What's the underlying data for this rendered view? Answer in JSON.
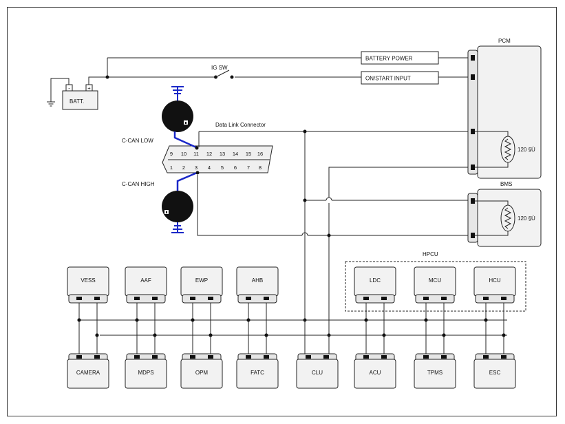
{
  "diagram": {
    "battery_label": "BATT.",
    "battery_minus": "-",
    "battery_plus": "+",
    "ig_switch_label": "IG SW",
    "battery_power_label": "BATTERY POWER",
    "on_start_label": "ON/START INPUT",
    "pcm_label": "PCM",
    "bms_label": "BMS",
    "hpcu_label": "HPCU",
    "dlc_label": "Data Link Connector",
    "can_low_label": "C-CAN LOW",
    "can_high_label": "C-CAN HIGH",
    "resistor_pcm_label": "120 §Ù",
    "resistor_bms_label": "120 §Ù",
    "dlc_top_pins": [
      "9",
      "10",
      "11",
      "12",
      "13",
      "14",
      "15",
      "16"
    ],
    "dlc_bottom_pins": [
      "1",
      "2",
      "3",
      "4",
      "5",
      "6",
      "7",
      "8"
    ],
    "top_modules": [
      "VESS",
      "AAF",
      "EWP",
      "AHB"
    ],
    "hpcu_modules": [
      "LDC",
      "MCU",
      "HCU"
    ],
    "bottom_modules": [
      "CAMERA",
      "MDPS",
      "OPM",
      "FATC",
      "CLU",
      "ACU",
      "TPMS",
      "ESC"
    ],
    "colors": {
      "line": "#111111",
      "can_wire": "#1a28c8",
      "ground": "#1a28c8",
      "module_fill": "#f2f2f2",
      "connector_fill": "#e6e6e6"
    }
  }
}
